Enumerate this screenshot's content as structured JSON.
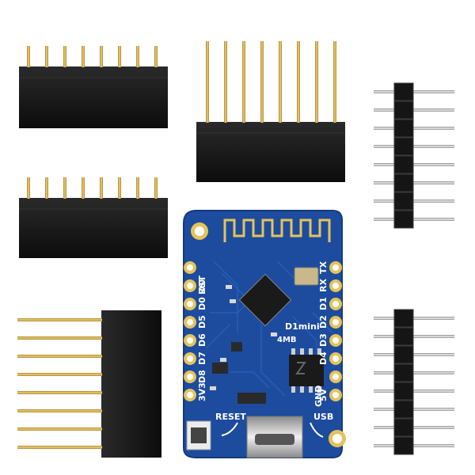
{
  "colors": {
    "background": "#ffffff",
    "header_plastic": "#141414",
    "gold_pin": "#d9b24a",
    "pcb_blue": "#1f4fa3",
    "silkscreen": "#ffffff",
    "pad_gold": "#e6c35a"
  },
  "board": {
    "left_pins": [
      "A0",
      "D0",
      "D5",
      "D6",
      "D7",
      "D8",
      "3V3"
    ],
    "top_left_pin": "RST",
    "right_pins": [
      "TX",
      "RX",
      "D1",
      "D2",
      "D3",
      "D4",
      "G",
      "5V"
    ],
    "right_gnd_label": "GND",
    "chip_label": "D1mini",
    "flash_label": "4MB",
    "reset_label": "RESET",
    "usb_label": "USB"
  }
}
